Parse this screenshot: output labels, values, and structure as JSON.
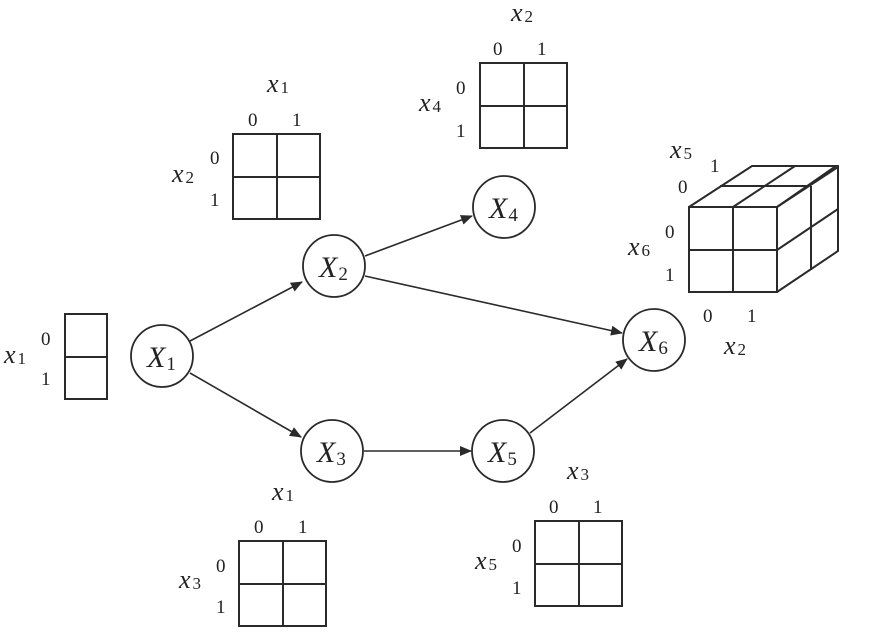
{
  "diagram": {
    "type": "bayesian-network",
    "nodes": [
      {
        "id": "X1",
        "letter": "X",
        "index": "1"
      },
      {
        "id": "X2",
        "letter": "X",
        "index": "2"
      },
      {
        "id": "X3",
        "letter": "X",
        "index": "3"
      },
      {
        "id": "X4",
        "letter": "X",
        "index": "4"
      },
      {
        "id": "X5",
        "letter": "X",
        "index": "5"
      },
      {
        "id": "X6",
        "letter": "X",
        "index": "6"
      }
    ],
    "edges": [
      {
        "from": "X1",
        "to": "X2"
      },
      {
        "from": "X1",
        "to": "X3"
      },
      {
        "from": "X2",
        "to": "X4"
      },
      {
        "from": "X2",
        "to": "X6"
      },
      {
        "from": "X3",
        "to": "X5"
      },
      {
        "from": "X5",
        "to": "X6"
      }
    ],
    "tables": {
      "t1": {
        "row_var": "x",
        "row_idx": "1",
        "row_ticks": [
          "0",
          "1"
        ]
      },
      "t2": {
        "row_var": "x",
        "row_idx": "2",
        "row_ticks": [
          "0",
          "1"
        ],
        "col_var": "x",
        "col_idx": "1",
        "col_ticks": [
          "0",
          "1"
        ]
      },
      "t3": {
        "row_var": "x",
        "row_idx": "3",
        "row_ticks": [
          "0",
          "1"
        ],
        "col_var": "x",
        "col_idx": "1",
        "col_ticks": [
          "0",
          "1"
        ]
      },
      "t4": {
        "row_var": "x",
        "row_idx": "4",
        "row_ticks": [
          "0",
          "1"
        ],
        "col_var": "x",
        "col_idx": "2",
        "col_ticks": [
          "0",
          "1"
        ]
      },
      "t5": {
        "row_var": "x",
        "row_idx": "5",
        "row_ticks": [
          "0",
          "1"
        ],
        "col_var": "x",
        "col_idx": "3",
        "col_ticks": [
          "0",
          "1"
        ]
      },
      "t6": {
        "row_var": "x",
        "row_idx": "6",
        "row_ticks": [
          "0",
          "1"
        ],
        "col_var": "x",
        "col_idx": "2",
        "col_ticks": [
          "0",
          "1"
        ],
        "depth_var": "x",
        "depth_idx": "5",
        "depth_ticks": [
          "0",
          "1"
        ]
      }
    }
  }
}
